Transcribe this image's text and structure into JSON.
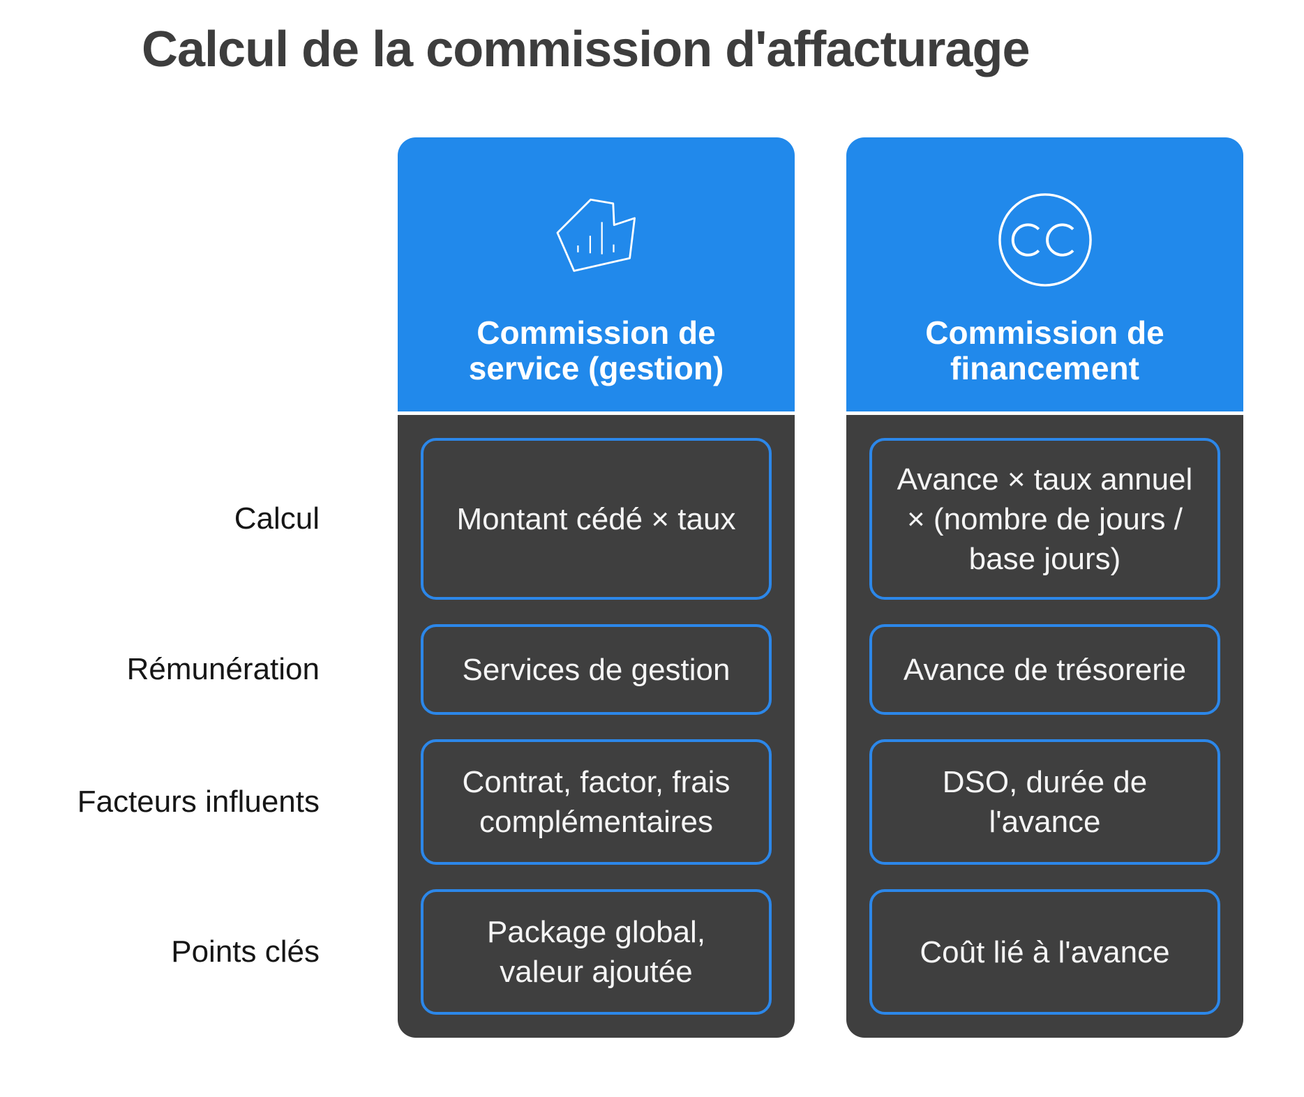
{
  "title": "Calcul de la commission d'affacturage",
  "colors": {
    "accent_blue": "#2189EB",
    "cell_border_blue": "#2C87E9",
    "body_dark_gray": "#3F3F3F",
    "title_gray": "#3D3D3D",
    "label_black": "#161616",
    "cell_text": "#F5F5F5",
    "background": "#FFFFFF"
  },
  "row_labels": [
    "Calcul",
    "Rémunération",
    "Facteurs influents",
    "Points clés"
  ],
  "columns": [
    {
      "icon": "bar-chart-polygon-icon",
      "header_line1": "Commission de",
      "header_line2": "service (gestion)",
      "cells": [
        "Montant cédé × taux",
        "Services de gestion",
        "Contrat, factor, frais complémentaires",
        "Package global, valeur ajoutée"
      ]
    },
    {
      "icon": "cc-circle-icon",
      "header_line1": "Commission de",
      "header_line2": "financement",
      "cells": [
        "Avance × taux annuel × (nombre de jours / base jours)",
        "Avance de trésorerie",
        "DSO, durée de l'avance",
        "Coût lié à l'avance"
      ]
    }
  ]
}
